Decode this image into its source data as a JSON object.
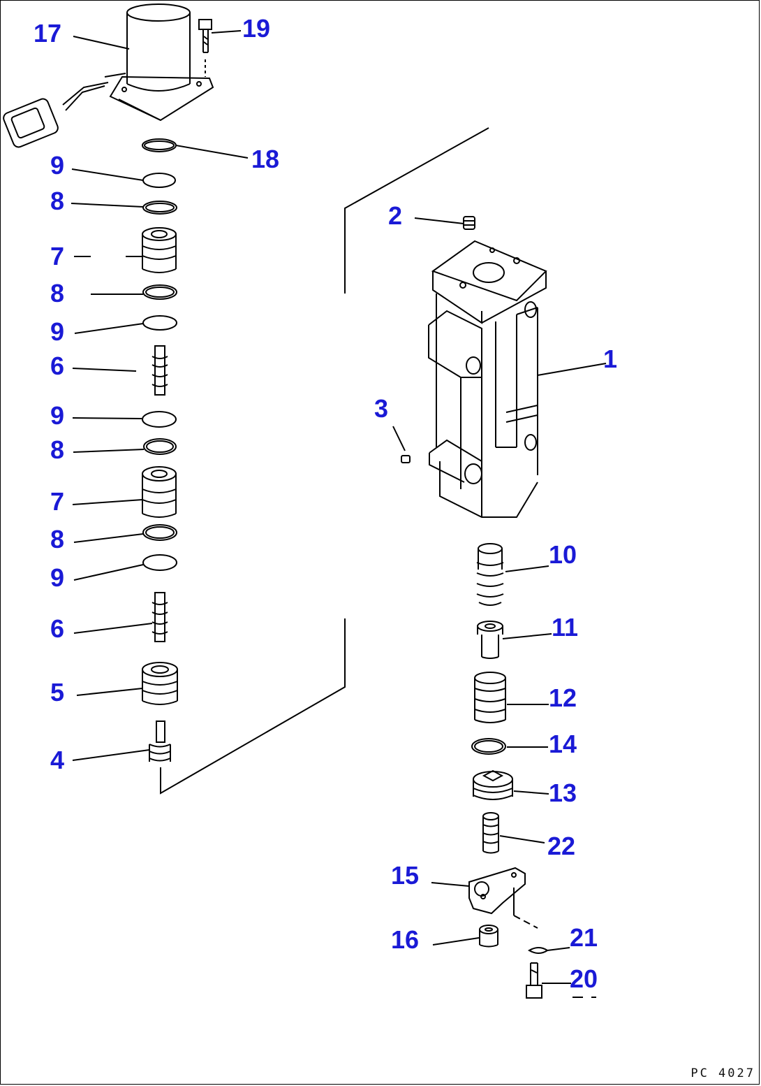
{
  "diagram": {
    "callouts": [
      {
        "id": "c17",
        "label": "17"
      },
      {
        "id": "c19",
        "label": "19"
      },
      {
        "id": "c18",
        "label": "18"
      },
      {
        "id": "c9a",
        "label": "9"
      },
      {
        "id": "c8a",
        "label": "8"
      },
      {
        "id": "c7a",
        "label": "7"
      },
      {
        "id": "c8b",
        "label": "8"
      },
      {
        "id": "c9b",
        "label": "9"
      },
      {
        "id": "c6a",
        "label": "6"
      },
      {
        "id": "c9c",
        "label": "9"
      },
      {
        "id": "c8c",
        "label": "8"
      },
      {
        "id": "c7b",
        "label": "7"
      },
      {
        "id": "c8d",
        "label": "8"
      },
      {
        "id": "c9d",
        "label": "9"
      },
      {
        "id": "c6b",
        "label": "6"
      },
      {
        "id": "c5",
        "label": "5"
      },
      {
        "id": "c4",
        "label": "4"
      },
      {
        "id": "c2",
        "label": "2"
      },
      {
        "id": "c1",
        "label": "1"
      },
      {
        "id": "c3",
        "label": "3"
      },
      {
        "id": "c10",
        "label": "10"
      },
      {
        "id": "c11",
        "label": "11"
      },
      {
        "id": "c12",
        "label": "12"
      },
      {
        "id": "c14",
        "label": "14"
      },
      {
        "id": "c13",
        "label": "13"
      },
      {
        "id": "c22",
        "label": "22"
      },
      {
        "id": "c15",
        "label": "15"
      },
      {
        "id": "c16",
        "label": "16"
      },
      {
        "id": "c21",
        "label": "21"
      },
      {
        "id": "c20",
        "label": "20"
      }
    ],
    "document_number": "PC 4027",
    "label_color": "#1a1ad6",
    "line_color": "#000000"
  }
}
